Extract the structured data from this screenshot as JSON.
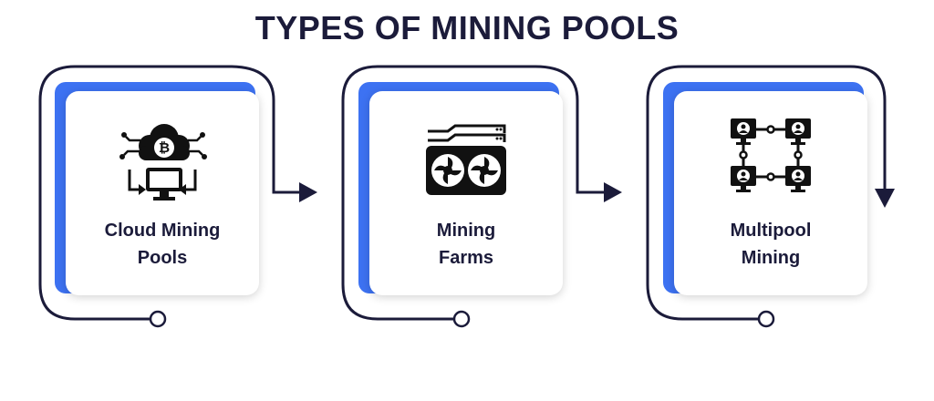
{
  "title": "TYPES OF MINING POOLS",
  "cards": [
    {
      "label_line1": "Cloud Mining",
      "label_line2": "Pools",
      "icon": "cloud-bitcoin-computer-icon"
    },
    {
      "label_line1": "Mining",
      "label_line2": "Farms",
      "icon": "gpu-server-icon"
    },
    {
      "label_line1": "Multipool",
      "label_line2": "Mining",
      "icon": "network-computers-icon"
    }
  ],
  "colors": {
    "accent": "#3d72f2",
    "dark": "#1b1b3a",
    "card": "#ffffff"
  }
}
